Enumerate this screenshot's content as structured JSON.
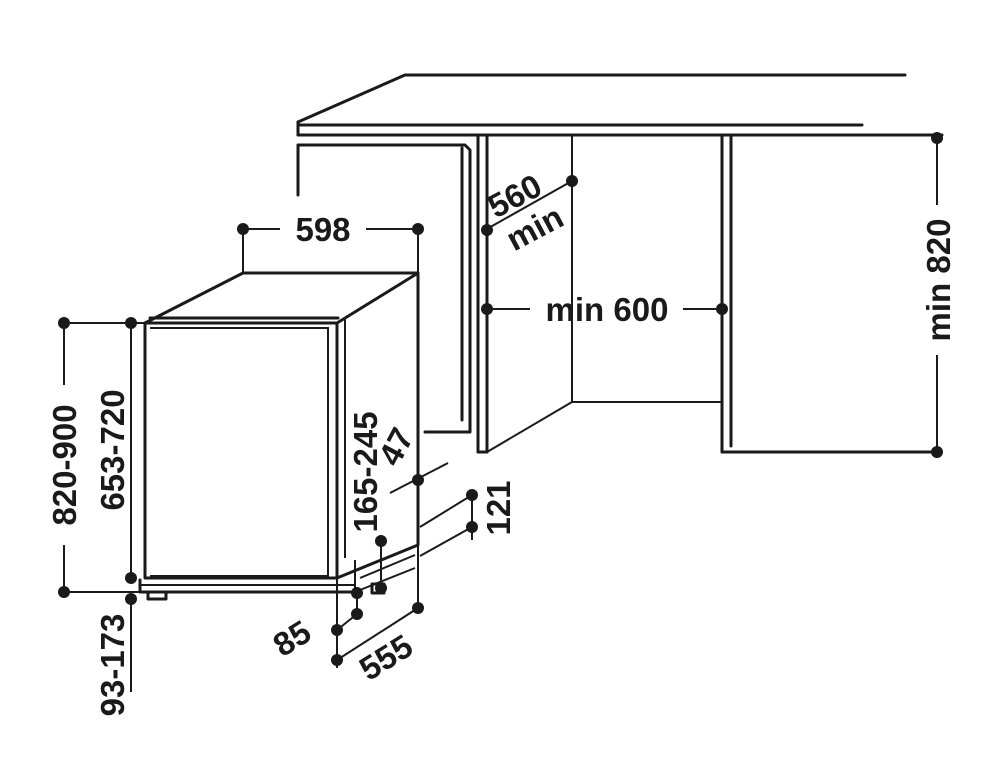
{
  "dimensions": {
    "width_598": "598",
    "cabinet_560": "560",
    "cabinet_min_a": "min",
    "cabinet_min_600": "min 600",
    "cabinet_min_820": "min 820",
    "height_820_900": "820-900",
    "height_653_720": "653-720",
    "plinth_165_245": "165-245",
    "offset_47": "47",
    "plinth_121": "121",
    "plinth_85": "85",
    "depth_555": "555",
    "feet_93_173": "93-173"
  }
}
